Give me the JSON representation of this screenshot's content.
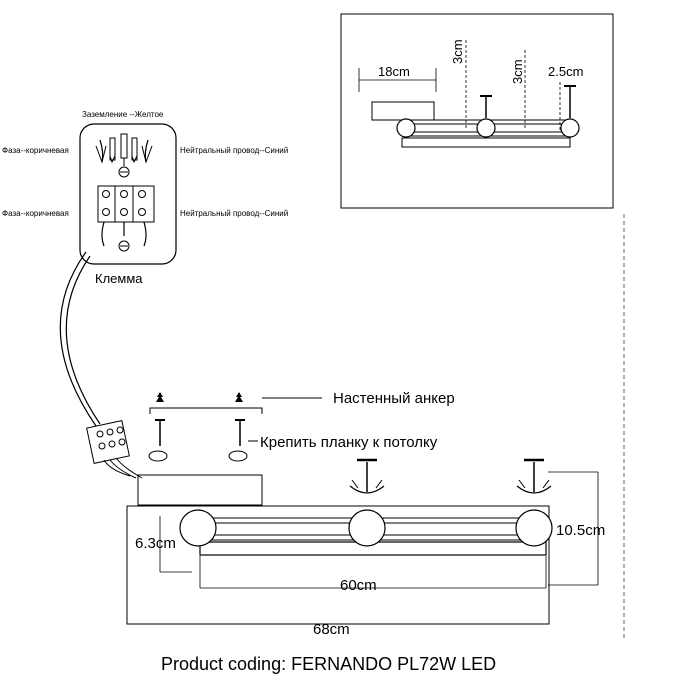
{
  "terminal_block": {
    "ground_label": "Заземление --Желтое",
    "phase_label_top": "Фаза--коричневая",
    "neutral_label_top": "Нейтральный провод--Синий",
    "phase_label_bottom": "Фаза--коричневая",
    "neutral_label_bottom": "Нейтральный провод--Синий",
    "caption": "Клемма"
  },
  "inset": {
    "dim_18": "18cm",
    "dim_3a": "3cm",
    "dim_3b": "3cm",
    "dim_2_5": "2.5cm"
  },
  "mounting": {
    "anchor_label": "Настенный анкер",
    "bracket_label": "Крепить планку к потолку"
  },
  "dimensions": {
    "d_6_3": "6.3cm",
    "d_10_5": "10.5cm",
    "d_60": "60cm",
    "d_68": "68cm"
  },
  "footer": {
    "product_coding": "Product coding: FERNANDO PL72W LED"
  }
}
